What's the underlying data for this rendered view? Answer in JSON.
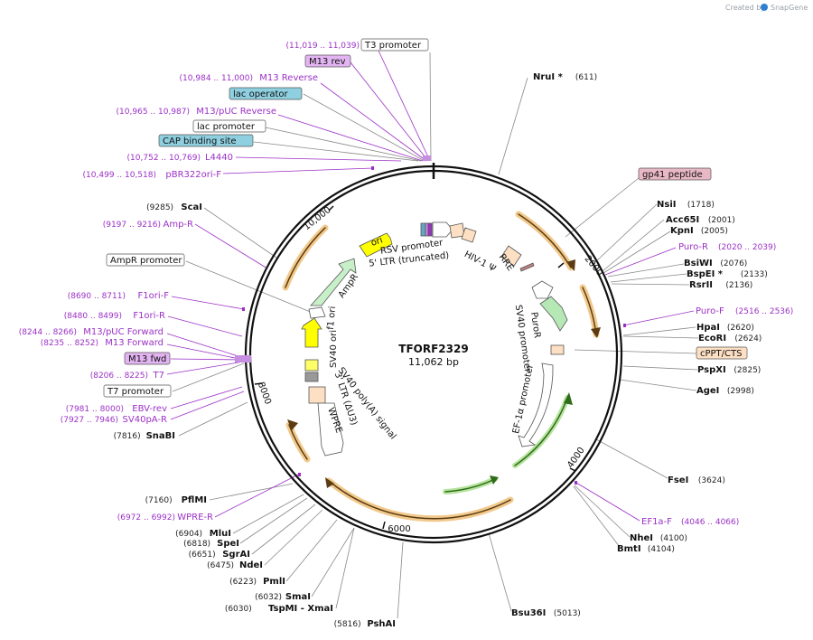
{
  "watermark": "Created by",
  "watermark_brand": "SnapGene",
  "plasmid": {
    "name": "TFORF2329",
    "length": "11,062 bp"
  },
  "ticks": [
    "10,000",
    "2000",
    "4000",
    "6000",
    "8000"
  ],
  "colors": {
    "primer": "#9b30c6",
    "orange": "#e8a33a",
    "green": "#5aa83c",
    "black": "#111111"
  },
  "left_labels": [
    {
      "id": "t3-site",
      "pos": "(11,019 .. 11,039)",
      "name": "T3",
      "style": "purple"
    },
    {
      "id": "t3-promoter",
      "pos": "",
      "name": "T3 promoter",
      "style": "box-white"
    },
    {
      "id": "m13-rev",
      "pos": "",
      "name": "M13 rev",
      "style": "box-purple"
    },
    {
      "id": "m13-reverse",
      "pos": "(10,984 .. 11,000)",
      "name": "M13 Reverse",
      "style": "purple"
    },
    {
      "id": "lac-operator",
      "pos": "",
      "name": "lac operator",
      "style": "box-blue"
    },
    {
      "id": "m13-puc-reverse",
      "pos": "(10,965 .. 10,987)",
      "name": "M13/pUC Reverse",
      "style": "purple"
    },
    {
      "id": "lac-promoter",
      "pos": "",
      "name": "lac promoter",
      "style": "box-white"
    },
    {
      "id": "cap-site",
      "pos": "",
      "name": "CAP binding site",
      "style": "box-blue"
    },
    {
      "id": "l4440",
      "pos": "(10,752 .. 10,769)",
      "name": "L4440",
      "style": "purple"
    },
    {
      "id": "pbr322ori-f",
      "pos": "(10,499 .. 10,518)",
      "name": "pBR322ori-F",
      "style": "purple"
    },
    {
      "id": "scai",
      "pos": "(9285)",
      "name": "ScaI",
      "style": "black"
    },
    {
      "id": "amp-r",
      "pos": "(9197 .. 9216)",
      "name": "Amp-R",
      "style": "purple"
    },
    {
      "id": "ampr-promoter",
      "pos": "",
      "name": "AmpR promoter",
      "style": "box-white"
    },
    {
      "id": "f1ori-f",
      "pos": "(8690 .. 8711)",
      "name": "F1ori-F",
      "style": "purple"
    },
    {
      "id": "f1ori-r",
      "pos": "(8480 .. 8499)",
      "name": "F1ori-R",
      "style": "purple"
    },
    {
      "id": "m13-puc-forward",
      "pos": "(8244 .. 8266)",
      "name": "M13/pUC Forward",
      "style": "purple"
    },
    {
      "id": "m13-forward",
      "pos": "(8235 .. 8252)",
      "name": "M13 Forward",
      "style": "purple"
    },
    {
      "id": "m13-fwd",
      "pos": "",
      "name": "M13 fwd",
      "style": "box-purple"
    },
    {
      "id": "t7",
      "pos": "(8206 .. 8225)",
      "name": "T7",
      "style": "purple"
    },
    {
      "id": "t7-promoter",
      "pos": "",
      "name": "T7 promoter",
      "style": "box-white"
    },
    {
      "id": "ebv-rev",
      "pos": "(7981 .. 8000)",
      "name": "EBV-rev",
      "style": "purple"
    },
    {
      "id": "sv40pa-r",
      "pos": "(7927 .. 7946)",
      "name": "SV40pA-R",
      "style": "purple"
    },
    {
      "id": "snabi",
      "pos": "(7816)",
      "name": "SnaBI",
      "style": "black"
    },
    {
      "id": "pflmi",
      "pos": "(7160)",
      "name": "PflMI",
      "style": "black"
    },
    {
      "id": "wpre-r",
      "pos": "(6972 .. 6992)",
      "name": "WPRE-R",
      "style": "purple"
    },
    {
      "id": "mlui",
      "pos": "(6904)",
      "name": "MluI",
      "style": "black"
    },
    {
      "id": "spei",
      "pos": "(6818)",
      "name": "SpeI",
      "style": "black"
    },
    {
      "id": "sgrai",
      "pos": "(6651)",
      "name": "SgrAI",
      "style": "black"
    },
    {
      "id": "ndei",
      "pos": "(6475)",
      "name": "NdeI",
      "style": "black"
    },
    {
      "id": "pmli",
      "pos": "(6223)",
      "name": "PmlI",
      "style": "black"
    },
    {
      "id": "smai",
      "pos": "(6032)",
      "name": "SmaI",
      "style": "black"
    },
    {
      "id": "tspmi-xmai",
      "pos": "(6030)",
      "name": "TspMI  - XmaI",
      "style": "black"
    },
    {
      "id": "pshai",
      "pos": "(5816)",
      "name": "PshAI",
      "style": "black"
    }
  ],
  "right_labels": [
    {
      "id": "nrui",
      "name": "NruI *",
      "pos": "(611)",
      "style": "black"
    },
    {
      "id": "gp41",
      "name": "gp41 peptide",
      "pos": "",
      "style": "box-pink"
    },
    {
      "id": "nsii",
      "name": "NsiI",
      "pos": "(1718)",
      "style": "black"
    },
    {
      "id": "acc65i",
      "name": "Acc65I",
      "pos": "(2001)",
      "style": "black"
    },
    {
      "id": "kpni",
      "name": "KpnI",
      "pos": "(2005)",
      "style": "black"
    },
    {
      "id": "puro-r",
      "name": "Puro-R",
      "pos": "(2020 .. 2039)",
      "style": "purple"
    },
    {
      "id": "bsiwi",
      "name": "BsiWI",
      "pos": "(2076)",
      "style": "black"
    },
    {
      "id": "bspei",
      "name": "BspEI  *",
      "pos": "(2133)",
      "style": "black"
    },
    {
      "id": "rsrii",
      "name": "RsrII",
      "pos": "(2136)",
      "style": "black"
    },
    {
      "id": "puro-f",
      "name": "Puro-F",
      "pos": "(2516 .. 2536)",
      "style": "purple"
    },
    {
      "id": "hpai",
      "name": "HpaI",
      "pos": "(2620)",
      "style": "black"
    },
    {
      "id": "ecori",
      "name": "EcoRI",
      "pos": "(2624)",
      "style": "black"
    },
    {
      "id": "cppt",
      "name": "cPPT/CTS",
      "pos": "",
      "style": "box-orange"
    },
    {
      "id": "pspxi",
      "name": "PspXI",
      "pos": "(2825)",
      "style": "black"
    },
    {
      "id": "agei",
      "name": "AgeI",
      "pos": "(2998)",
      "style": "black"
    },
    {
      "id": "fsei",
      "name": "FseI",
      "pos": "(3624)",
      "style": "black"
    },
    {
      "id": "ef1a-f",
      "name": "EF1a-F",
      "pos": "(4046 .. 4066)",
      "style": "purple"
    },
    {
      "id": "nhei",
      "name": "NheI",
      "pos": "(4100)",
      "style": "black"
    },
    {
      "id": "bmti",
      "name": "BmtI",
      "pos": "(4104)",
      "style": "black"
    },
    {
      "id": "bsu36i",
      "name": "Bsu36I",
      "pos": "(5013)",
      "style": "black"
    }
  ],
  "features": {
    "rsv_promoter": "RSV promoter",
    "ltr5": "5' LTR (truncated)",
    "hiv_psi": "HIV-1 Ψ",
    "rre": "RRE",
    "ori": "ori",
    "ampr": "AmpR",
    "f1ori": "f1 ori",
    "sv40ori": "SV40 ori",
    "sv40_polya": "SV40 poly(A) signal",
    "ltr3": "3' LTR (ΔU3)",
    "wpre": "WPRE",
    "puror": "PuroR",
    "sv40_promoter": "SV40 promoter",
    "ef1a_promoter": "EF-1α promoter"
  }
}
